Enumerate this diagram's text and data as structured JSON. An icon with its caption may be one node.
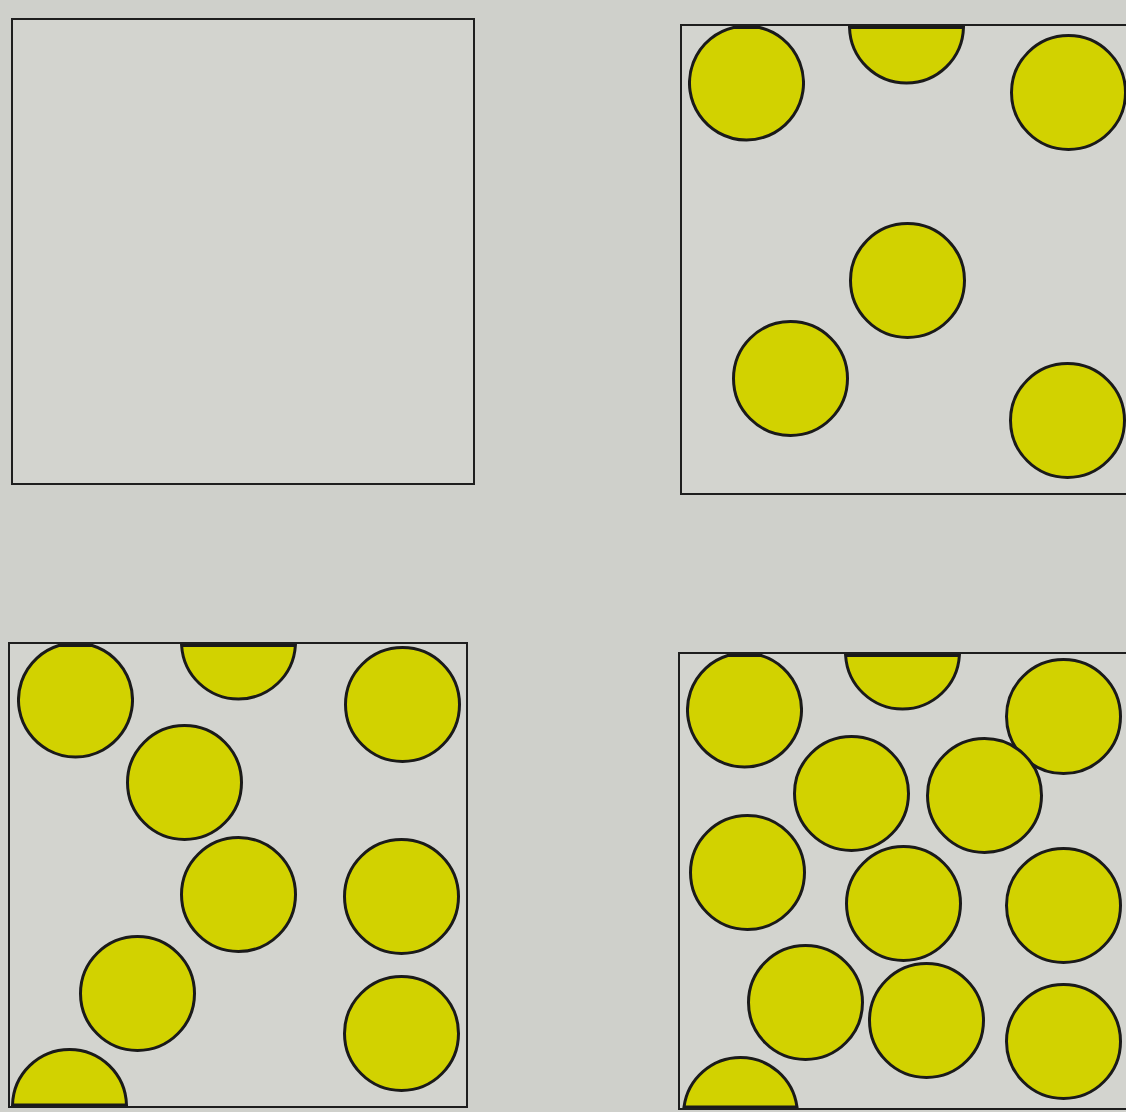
{
  "diagram": {
    "nodes": [
      {
        "text": [],
        "shape": "box"
      },
      {
        "text": [],
        "shape": "box"
      },
      {
        "text": [],
        "shape": "circle",
        "in": 1
      },
      {
        "text": [],
        "shape": "circle",
        "in": 1
      },
      {
        "text": [],
        "shape": "circle",
        "in": 1
      },
      {
        "text": [],
        "shape": "circle",
        "in": 1
      },
      {
        "text": [],
        "shape": "circle",
        "in": 1
      },
      {
        "text": [],
        "shape": "circle",
        "in": 1
      },
      {
        "text": [],
        "shape": "box"
      },
      {
        "text": [],
        "shape": "circle",
        "in": 8
      },
      {
        "text": [],
        "shape": "circle",
        "in": 8
      },
      {
        "text": [],
        "shape": "circle",
        "in": 8
      },
      {
        "text": [],
        "shape": "circle",
        "in": 8
      },
      {
        "text": [],
        "shape": "circle",
        "in": 8
      },
      {
        "text": [],
        "shape": "circle",
        "in": 8
      },
      {
        "text": [],
        "shape": "circle",
        "in": 8
      },
      {
        "text": [],
        "shape": "circle",
        "in": 8
      },
      {
        "text": [],
        "shape": "circle",
        "in": 8
      },
      {
        "text": [],
        "shape": "box"
      },
      {
        "text": [],
        "shape": "circle",
        "in": 18
      },
      {
        "text": [],
        "shape": "circle",
        "in": 18
      },
      {
        "text": [],
        "shape": "circle",
        "in": 18
      },
      {
        "text": [],
        "shape": "circle",
        "in": 18
      },
      {
        "text": [],
        "shape": "circle",
        "in": 18
      },
      {
        "text": [],
        "shape": "circle",
        "in": 18
      },
      {
        "text": [],
        "shape": "circle",
        "in": 18
      },
      {
        "text": [],
        "shape": "circle",
        "in": 18
      },
      {
        "text": [],
        "shape": "circle",
        "in": 18
      },
      {
        "text": [],
        "shape": "circle",
        "in": 18
      },
      {
        "text": [],
        "shape": "circle",
        "in": 18
      },
      {
        "text": [],
        "shape": "circle",
        "in": 18
      }
    ]
  }
}
